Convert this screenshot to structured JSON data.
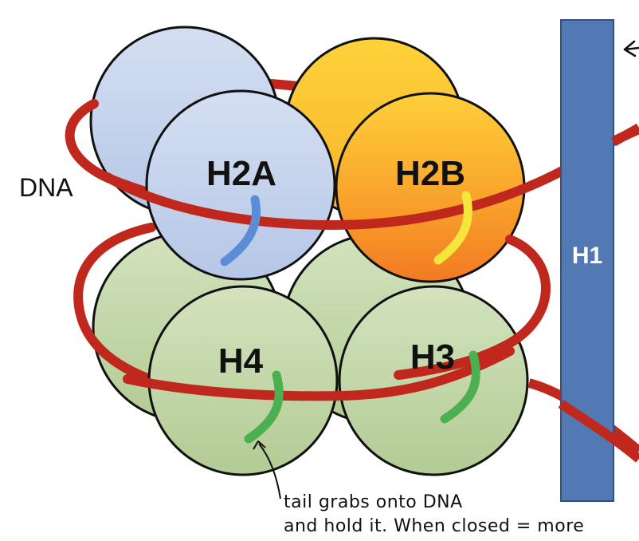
{
  "labels": {
    "dna": "DNA",
    "h2a": "H2A",
    "h2b": "H2B",
    "h4": "H4",
    "h3": "H3",
    "h1": "H1"
  },
  "annotation": {
    "line1": "tail grabs onto DNA",
    "line2": "and hold it. When closed = more"
  },
  "colors": {
    "dna_strand": "#C0281D",
    "h1_bar": "#5077B5",
    "h2a_fill": "#C8D6EE",
    "h2b_fill": "#F4A52A",
    "h3_h4_fill": "#C3D7A9",
    "h2a_tail": "#5B8DD6",
    "h2b_tail": "#F5E63C",
    "h3_h4_tail": "#4CAF50"
  }
}
